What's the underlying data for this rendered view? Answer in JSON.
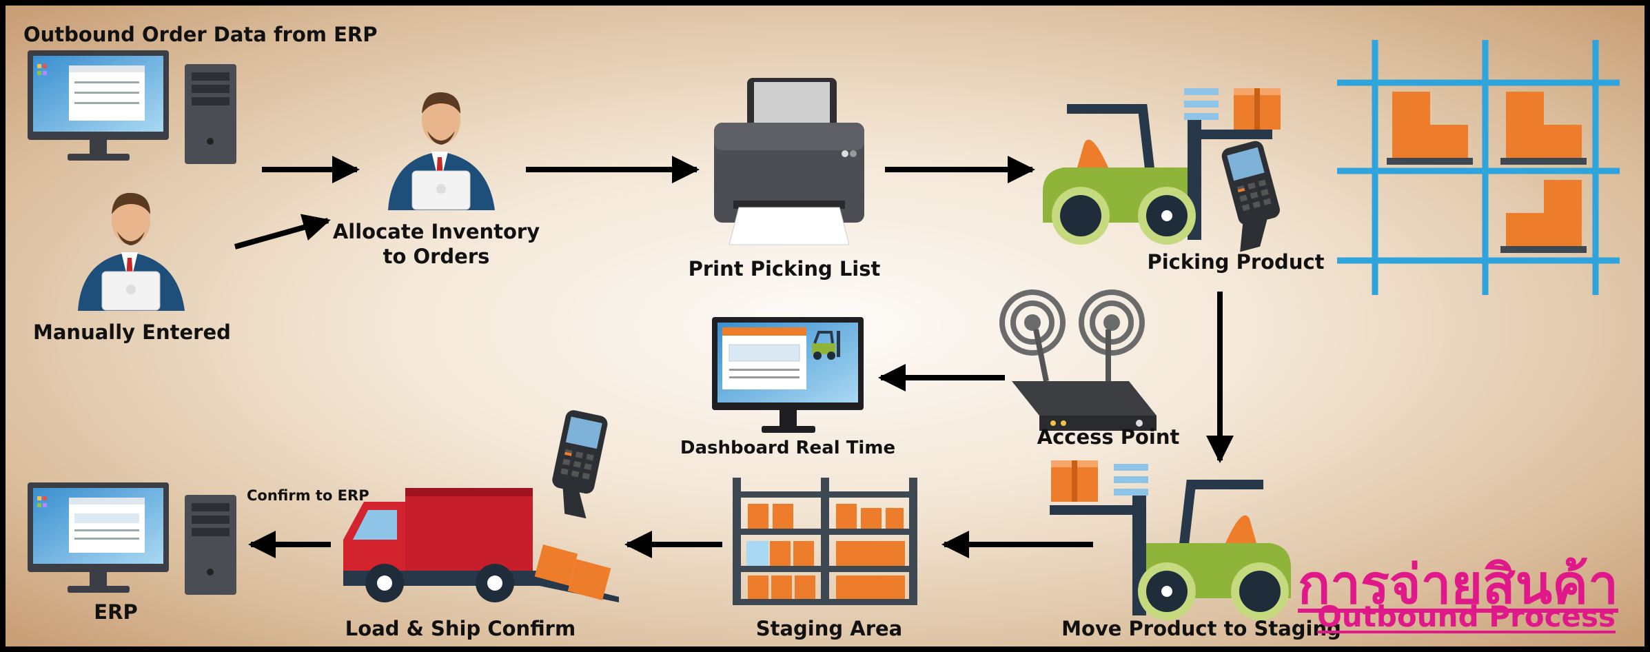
{
  "title": {
    "thai": "การจ่ายสินค้า",
    "english": "Outbound Process"
  },
  "colors": {
    "accent_pink": "#e0198a",
    "rack_blue": "#2ea3dc",
    "box_orange": "#ee7d2b",
    "forklift_green": "#8fb43a",
    "truck_red": "#c61f2b",
    "arrow": "#000000"
  },
  "labels": {
    "erp_source": "Outbound Order Data from ERP",
    "manual": "Manually Entered",
    "allocate_line1": "Allocate Inventory",
    "allocate_line2": "to Orders",
    "print": "Print Picking List",
    "picking": "Picking Product",
    "access_point": "Access Point",
    "dashboard": "Dashboard Real Time",
    "move": "Move Product to Staging",
    "staging": "Staging Area",
    "load_ship": "Load & Ship Confirm",
    "confirm": "Confirm to ERP",
    "erp_dest": "ERP"
  },
  "icons": [
    "desktop-computer-icon",
    "person-laptop-icon",
    "printer-icon",
    "forklift-icon",
    "handheld-scanner-icon",
    "warehouse-rack-icon",
    "wifi-router-icon",
    "dashboard-monitor-icon",
    "storage-shelf-icon",
    "delivery-truck-icon"
  ]
}
